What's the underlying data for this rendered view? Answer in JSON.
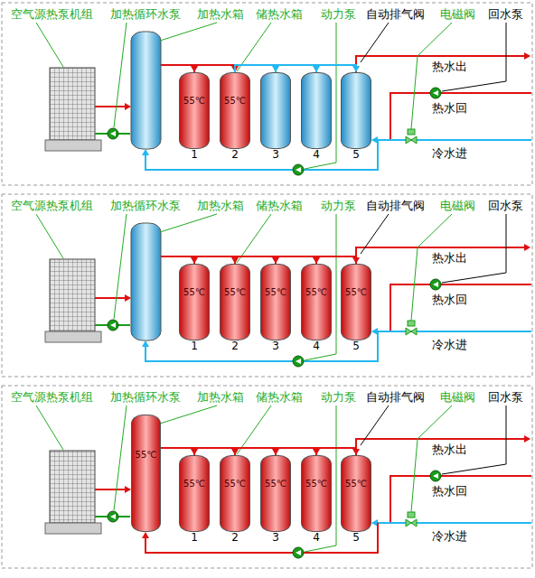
{
  "diagram": {
    "nodes": [
      {
        "text": [
          "55℃",
          "1"
        ]
      },
      {
        "text": [
          "55℃",
          "2"
        ]
      },
      {
        "text": [
          "3"
        ]
      },
      {
        "text": [
          "4"
        ]
      },
      {
        "text": [
          "5"
        ]
      },
      {
        "text": [
          "55℃",
          "1"
        ]
      },
      {
        "text": [
          "55℃",
          "2"
        ]
      },
      {
        "text": [
          "55℃",
          "3"
        ]
      },
      {
        "text": [
          "55℃",
          "4"
        ]
      },
      {
        "text": [
          "55℃",
          "5"
        ]
      },
      {
        "text": [
          "55℃"
        ]
      },
      {
        "text": [
          "55℃",
          "1"
        ]
      },
      {
        "text": [
          "55℃",
          "2"
        ]
      },
      {
        "text": [
          "55℃",
          "3"
        ]
      },
      {
        "text": [
          "55℃",
          "4"
        ]
      },
      {
        "text": [
          "55℃",
          "5"
        ]
      }
    ],
    "edges": [
      {
        "from": 0,
        "to": 1,
        "arrow": "to"
      },
      {
        "from": 1,
        "to": 2,
        "arrow": "to"
      },
      {
        "from": 2,
        "to": 3,
        "arrow": "to"
      },
      {
        "from": 3,
        "to": 4,
        "arrow": "to"
      },
      {
        "from": 5,
        "to": 6,
        "arrow": "to"
      },
      {
        "from": 6,
        "to": 7,
        "arrow": "to"
      },
      {
        "from": 7,
        "to": 8,
        "arrow": "to"
      },
      {
        "from": 8,
        "to": 9,
        "arrow": "to"
      },
      {
        "from": 10,
        "to": 11,
        "arrow": "to"
      },
      {
        "from": 11,
        "to": 12,
        "arrow": "to"
      },
      {
        "from": 12,
        "to": 13,
        "arrow": "to"
      },
      {
        "from": 13,
        "to": 14,
        "arrow": "to"
      },
      {
        "from": 14,
        "to": 15,
        "arrow": "to"
      }
    ],
    "labels": [
      "空气源热泵机组",
      "加热循环水泵",
      "加热水箱",
      "储热水箱",
      "动力泵",
      "自动排气阀",
      "电磁阀",
      "回水泵",
      "热水出",
      "热水回",
      "冷水进",
      "空气源热泵机组",
      "加热循环水泵",
      "加热水箱",
      "储热水箱",
      "动力泵",
      "自动排气阀",
      "电磁阀",
      "回水泵",
      "热水出",
      "热水回",
      "冷水进",
      "空气源热泵机组",
      "加热循环水泵",
      "加热水箱",
      "储热水箱",
      "动力泵",
      "自动排气阀",
      "电磁阀",
      "回水泵",
      "热水出",
      "热水回",
      "冷水进"
    ]
  }
}
